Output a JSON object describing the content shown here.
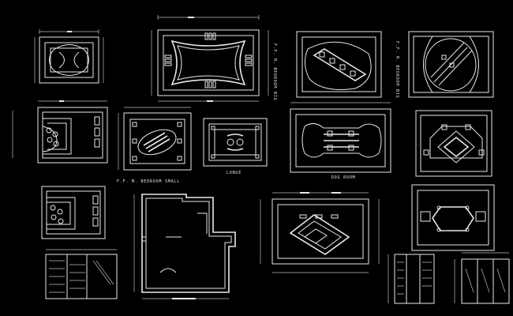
{
  "drawing": {
    "background": "#000000",
    "line_color": "#e8e8e8"
  },
  "labels": {
    "lounge": "LONGE",
    "bedroom_small": "F.F. M. BEDROOM SMALL",
    "dog_room": "DOG ROOM",
    "side_note_1": "F.F. M. BEDROOM BIG",
    "side_note_2": "F.F. M. BEDROOM BIG"
  }
}
